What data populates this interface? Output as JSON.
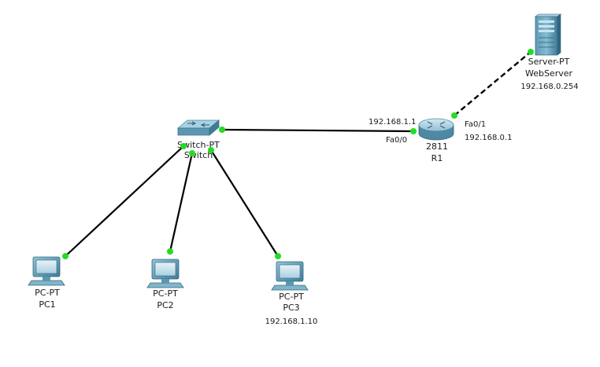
{
  "devices": {
    "switch": {
      "type": "Switch-PT",
      "name": "Switch"
    },
    "router": {
      "type": "2811",
      "name": "R1"
    },
    "server": {
      "type": "Server-PT",
      "name": "WebServer",
      "ip": "192.168.0.254"
    },
    "pc1": {
      "type": "PC-PT",
      "name": "PC1"
    },
    "pc2": {
      "type": "PC-PT",
      "name": "PC2"
    },
    "pc3": {
      "type": "PC-PT",
      "name": "PC3",
      "ip": "192.168.1.10"
    }
  },
  "interfaces": {
    "r1_fa00_name": "Fa0/0",
    "r1_fa00_ip": "192.168.1.1",
    "r1_fa01_name": "Fa0/1",
    "r1_fa01_ip": "192.168.0.1"
  },
  "links": [
    {
      "from": "switch",
      "to": "router",
      "style": "solid"
    },
    {
      "from": "router",
      "to": "server",
      "style": "dashed"
    },
    {
      "from": "switch",
      "to": "pc1",
      "style": "solid"
    },
    {
      "from": "switch",
      "to": "pc2",
      "style": "solid"
    },
    {
      "from": "switch",
      "to": "pc3",
      "style": "solid"
    }
  ],
  "colors": {
    "link": "#000000",
    "link_light": "#22dd22",
    "device_body": "#6fa9c1",
    "device_dark": "#3d7590"
  }
}
